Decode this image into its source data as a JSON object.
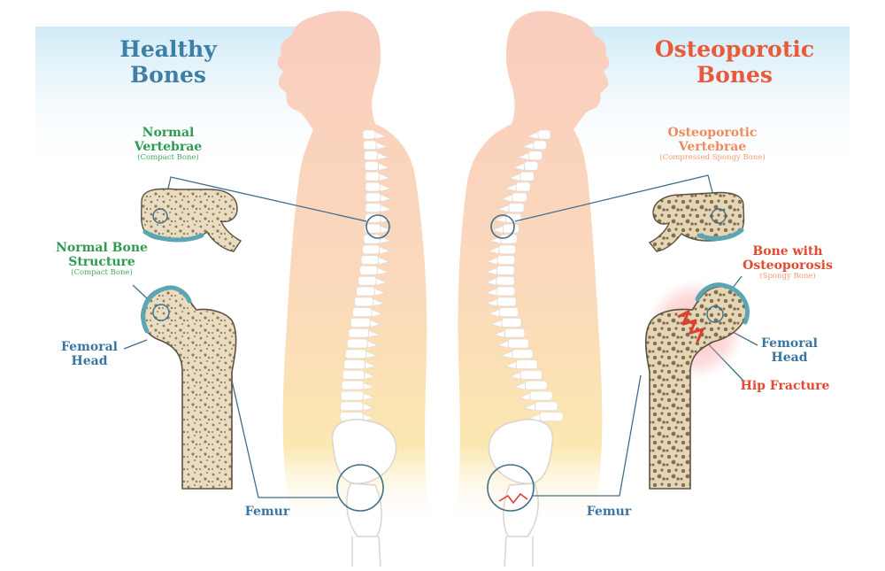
{
  "left": {
    "title_line1": "Healthy",
    "title_line2": "Bones",
    "vertebrae_line1": "Normal",
    "vertebrae_line2": "Vertebrae",
    "vertebrae_note": "(Compact Bone)",
    "structure_line1": "Normal Bone",
    "structure_line2": "Structure",
    "structure_note": "(Compact Bone)",
    "femoral_head_line1": "Femoral",
    "femoral_head_line2": "Head",
    "femur": "Femur"
  },
  "right": {
    "title_line1": "Osteoporotic",
    "title_line2": "Bones",
    "vertebrae_line1": "Osteoporotic",
    "vertebrae_line2": "Vertebrae",
    "vertebrae_note": "(Compressed Spongy Bone)",
    "bone_line1": "Bone with",
    "bone_line2": "Osteoporosis",
    "bone_note": "(Spongy Bone)",
    "femoral_head_line1": "Femoral",
    "femoral_head_line2": "Head",
    "fracture": "Hip Fracture",
    "femur": "Femur"
  },
  "colors": {
    "sky_blue": "#cfeaf6",
    "body_pink": "#f9cdbf",
    "body_yellow": "#fbe8b0",
    "bone_fill": "#e9dcc0",
    "bone_outline": "#5b5240",
    "cartilage": "#5aa6b4",
    "callout_line": "#3e6f8a",
    "fracture_red": "#e53a2e"
  }
}
